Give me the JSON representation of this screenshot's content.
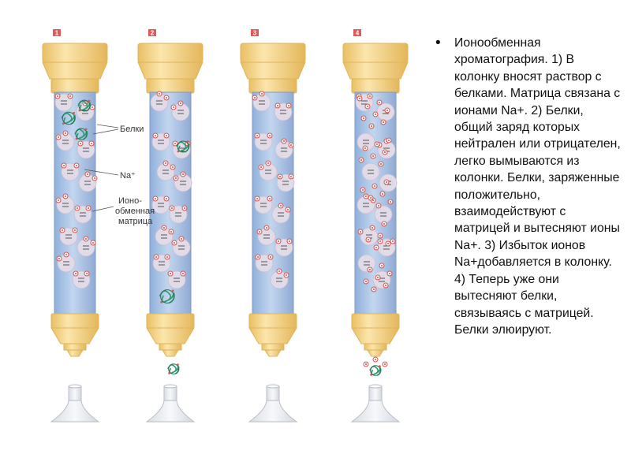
{
  "diagram": {
    "steps": [
      "1",
      "2",
      "3",
      "4"
    ],
    "labels": {
      "proteins": "Белки",
      "sodium": "Na⁺",
      "matrix_lines": [
        "Ионо-",
        "обменная",
        "матрица"
      ]
    }
  },
  "caption": {
    "bullet": "•",
    "text": "Ионообменная хроматография. 1) В колонку вносят раствор с белками. Матрица связана с ионами Na+. 2) Белки, общий заряд которых нейтрален или отрицателен, легко вымываются из колонки. Белки, заряженные положительно, взаимодействуют с матрицей и вытесняют ионы Na+. 3) Избыток ионов Na+добавляется в колонку. 4) Теперь уже они вытесняют белки, связываясь с матрицей. Белки элюируют."
  },
  "colors": {
    "cap": "#f6d88f",
    "cap_edge": "#e0b457",
    "column": "#a9c3e4",
    "column_edge": "#7e9bc4",
    "bead": "#e1dbe8",
    "na": "#d9534f",
    "protein": "#2e9a6e",
    "step_badge": "#e05a5a",
    "funnel": "#eef0f3"
  }
}
